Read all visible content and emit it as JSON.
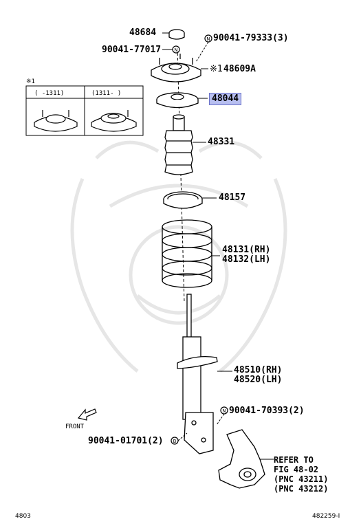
{
  "parts": {
    "cap": "48684",
    "nut_top": "90041-79333(3)",
    "nut_center": "90041-77017",
    "mount_mark": "※1",
    "mount": "48609A",
    "seat": "48044",
    "bumper": "48331",
    "insulator": "48157",
    "spring_rh": "48131(RH)",
    "spring_lh": "48132(LH)",
    "shock_rh": "48510(RH)",
    "shock_lh": "48520(LH)",
    "nut_lower": "90041-70393(2)",
    "bolt": "90041-01701(2)"
  },
  "inset": {
    "mark": "※1",
    "col1": "(    -1311)",
    "col2": "(1311-    )"
  },
  "front_label": "FRONT",
  "refer": {
    "line1": "REFER TO",
    "line2": "FIG 48-02",
    "line3": "(PNC 43211)",
    "line4": "(PNC 43212)"
  },
  "footer": {
    "left": "4803",
    "right": "482259-I"
  },
  "callout_marks": {
    "n": "N",
    "b": "B"
  },
  "colors": {
    "highlight": "#b8bff0",
    "line": "#000000"
  }
}
